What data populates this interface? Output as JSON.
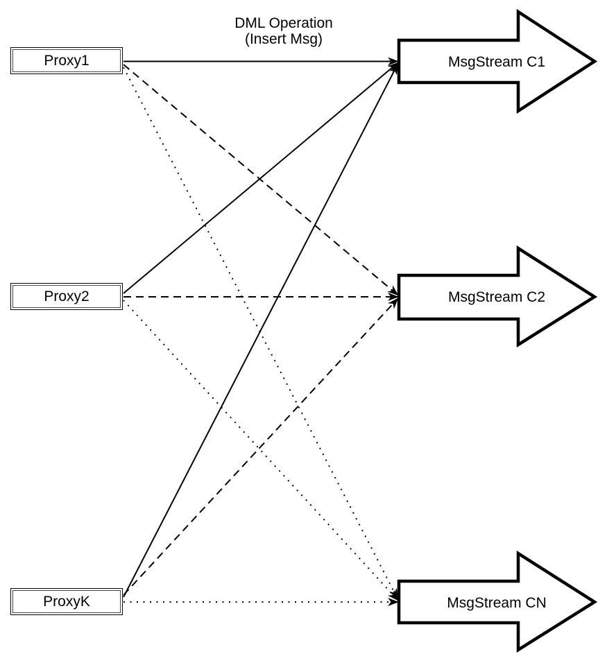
{
  "diagram": {
    "annotation": {
      "line1": "DML Operation",
      "line2": "(Insert Msg)"
    },
    "proxies": [
      {
        "label": "Proxy1"
      },
      {
        "label": "Proxy2"
      },
      {
        "label": "ProxyK"
      }
    ],
    "streams": [
      {
        "label": "MsgStream C1"
      },
      {
        "label": "MsgStream C2"
      },
      {
        "label": "MsgStream CN"
      }
    ],
    "edges": [
      {
        "from": "Proxy1",
        "to": "MsgStream C1",
        "style": "solid"
      },
      {
        "from": "Proxy2",
        "to": "MsgStream C1",
        "style": "solid"
      },
      {
        "from": "ProxyK",
        "to": "MsgStream C1",
        "style": "solid"
      },
      {
        "from": "Proxy1",
        "to": "MsgStream C2",
        "style": "dashed"
      },
      {
        "from": "Proxy2",
        "to": "MsgStream C2",
        "style": "dashed"
      },
      {
        "from": "ProxyK",
        "to": "MsgStream C2",
        "style": "dashed"
      },
      {
        "from": "Proxy1",
        "to": "MsgStream CN",
        "style": "dotted"
      },
      {
        "from": "Proxy2",
        "to": "MsgStream CN",
        "style": "dotted"
      },
      {
        "from": "ProxyK",
        "to": "MsgStream CN",
        "style": "dotted"
      }
    ],
    "colors": {
      "stroke": "#000000",
      "fill": "#ffffff",
      "box_inner_border": "#474747"
    }
  }
}
